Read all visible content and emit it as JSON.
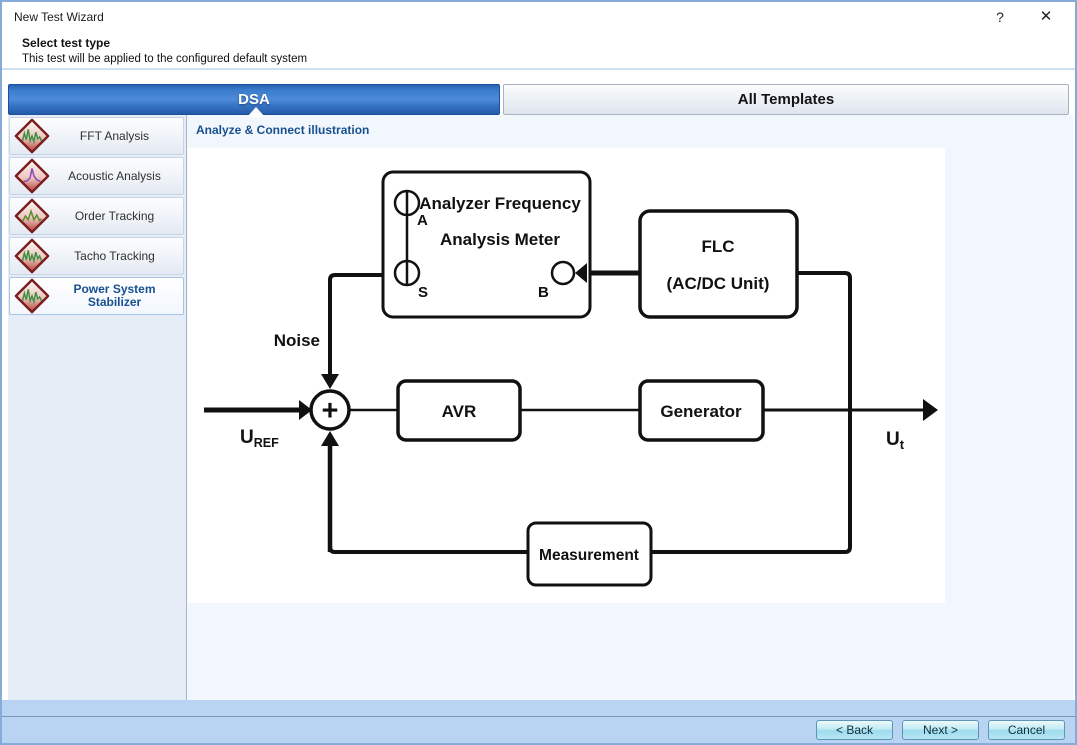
{
  "window": {
    "title": "New Test Wizard",
    "help": "?",
    "close": "✕"
  },
  "header": {
    "title": "Select test type",
    "subtitle": "This test will be applied to the configured default system"
  },
  "tabs": {
    "dsa": "DSA",
    "all_templates": "All Templates"
  },
  "sidebar": {
    "items": [
      {
        "label": "FFT Analysis",
        "icon": "diamond-spectrum",
        "icon_color": "#3f9142",
        "selected": false
      },
      {
        "label": "Acoustic Analysis",
        "icon": "diamond-spectrum",
        "icon_color": "#8a4bb8",
        "selected": false
      },
      {
        "label": "Order Tracking",
        "icon": "diamond-spectrum",
        "icon_color": "#5d8f2f",
        "selected": false
      },
      {
        "label": "Tacho Tracking",
        "icon": "diamond-spectrum",
        "icon_color": "#3f9142",
        "selected": false
      },
      {
        "label": "Power System Stabilizer",
        "icon": "diamond-spectrum",
        "icon_color": "#3f9142",
        "selected": true
      }
    ]
  },
  "main": {
    "illustration_title": "Analyze & Connect illustration",
    "diagram": {
      "analyzer": {
        "line1": "Analyzer Frequency",
        "line2": "Analysis Meter",
        "ports": {
          "a": "A",
          "s": "S",
          "b": "B"
        }
      },
      "flc": {
        "line1": "FLC",
        "line2": "(AC/DC Unit)"
      },
      "avr": "AVR",
      "generator": "Generator",
      "measurement": "Measurement",
      "labels": {
        "noise": "Noise",
        "uref_base": "U",
        "uref_sub": "REF",
        "ut_base": "U",
        "ut_sub": "t",
        "plus": "+"
      }
    }
  },
  "footer": {
    "back": "< Back",
    "next": "Next >",
    "cancel": "Cancel"
  },
  "colors": {
    "tab_selected_blue": "#2f6cbe",
    "accent_text_blue": "#17508f",
    "footer_bg": "#b9d3f2",
    "button_face": "#aee0f0",
    "diamond_border": "#7a1c1c"
  }
}
